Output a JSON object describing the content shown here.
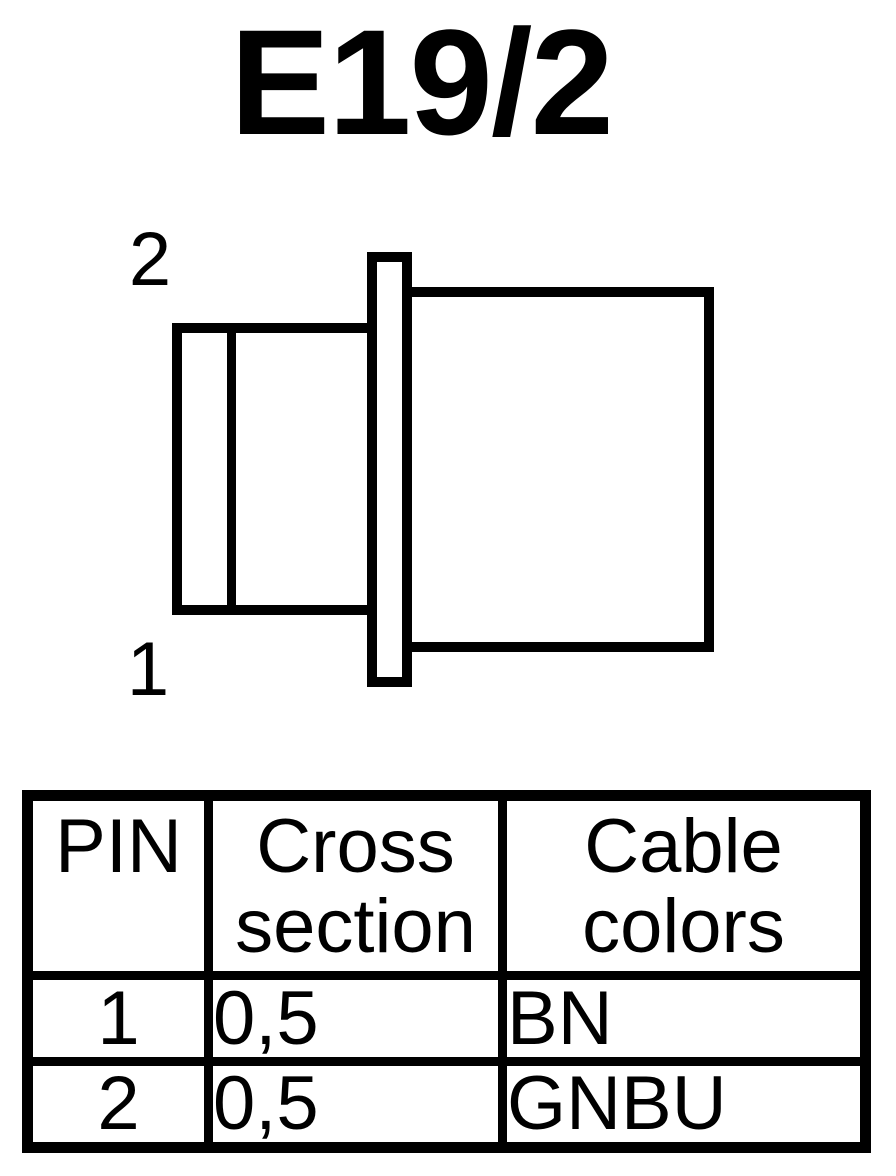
{
  "title": "E19/2",
  "diagram": {
    "pin_top_label": "2",
    "pin_bottom_label": "1"
  },
  "table": {
    "headers": [
      {
        "label": "PIN"
      },
      {
        "label": "Cross section"
      },
      {
        "label": "Cable colors"
      }
    ],
    "rows": [
      {
        "pin": "1",
        "cross_section": "0,5",
        "cable_color": "BN"
      },
      {
        "pin": "2",
        "cross_section": "0,5",
        "cable_color": "GNBU"
      }
    ]
  },
  "colors": {
    "ink": "#000000",
    "paper": "#ffffff"
  }
}
